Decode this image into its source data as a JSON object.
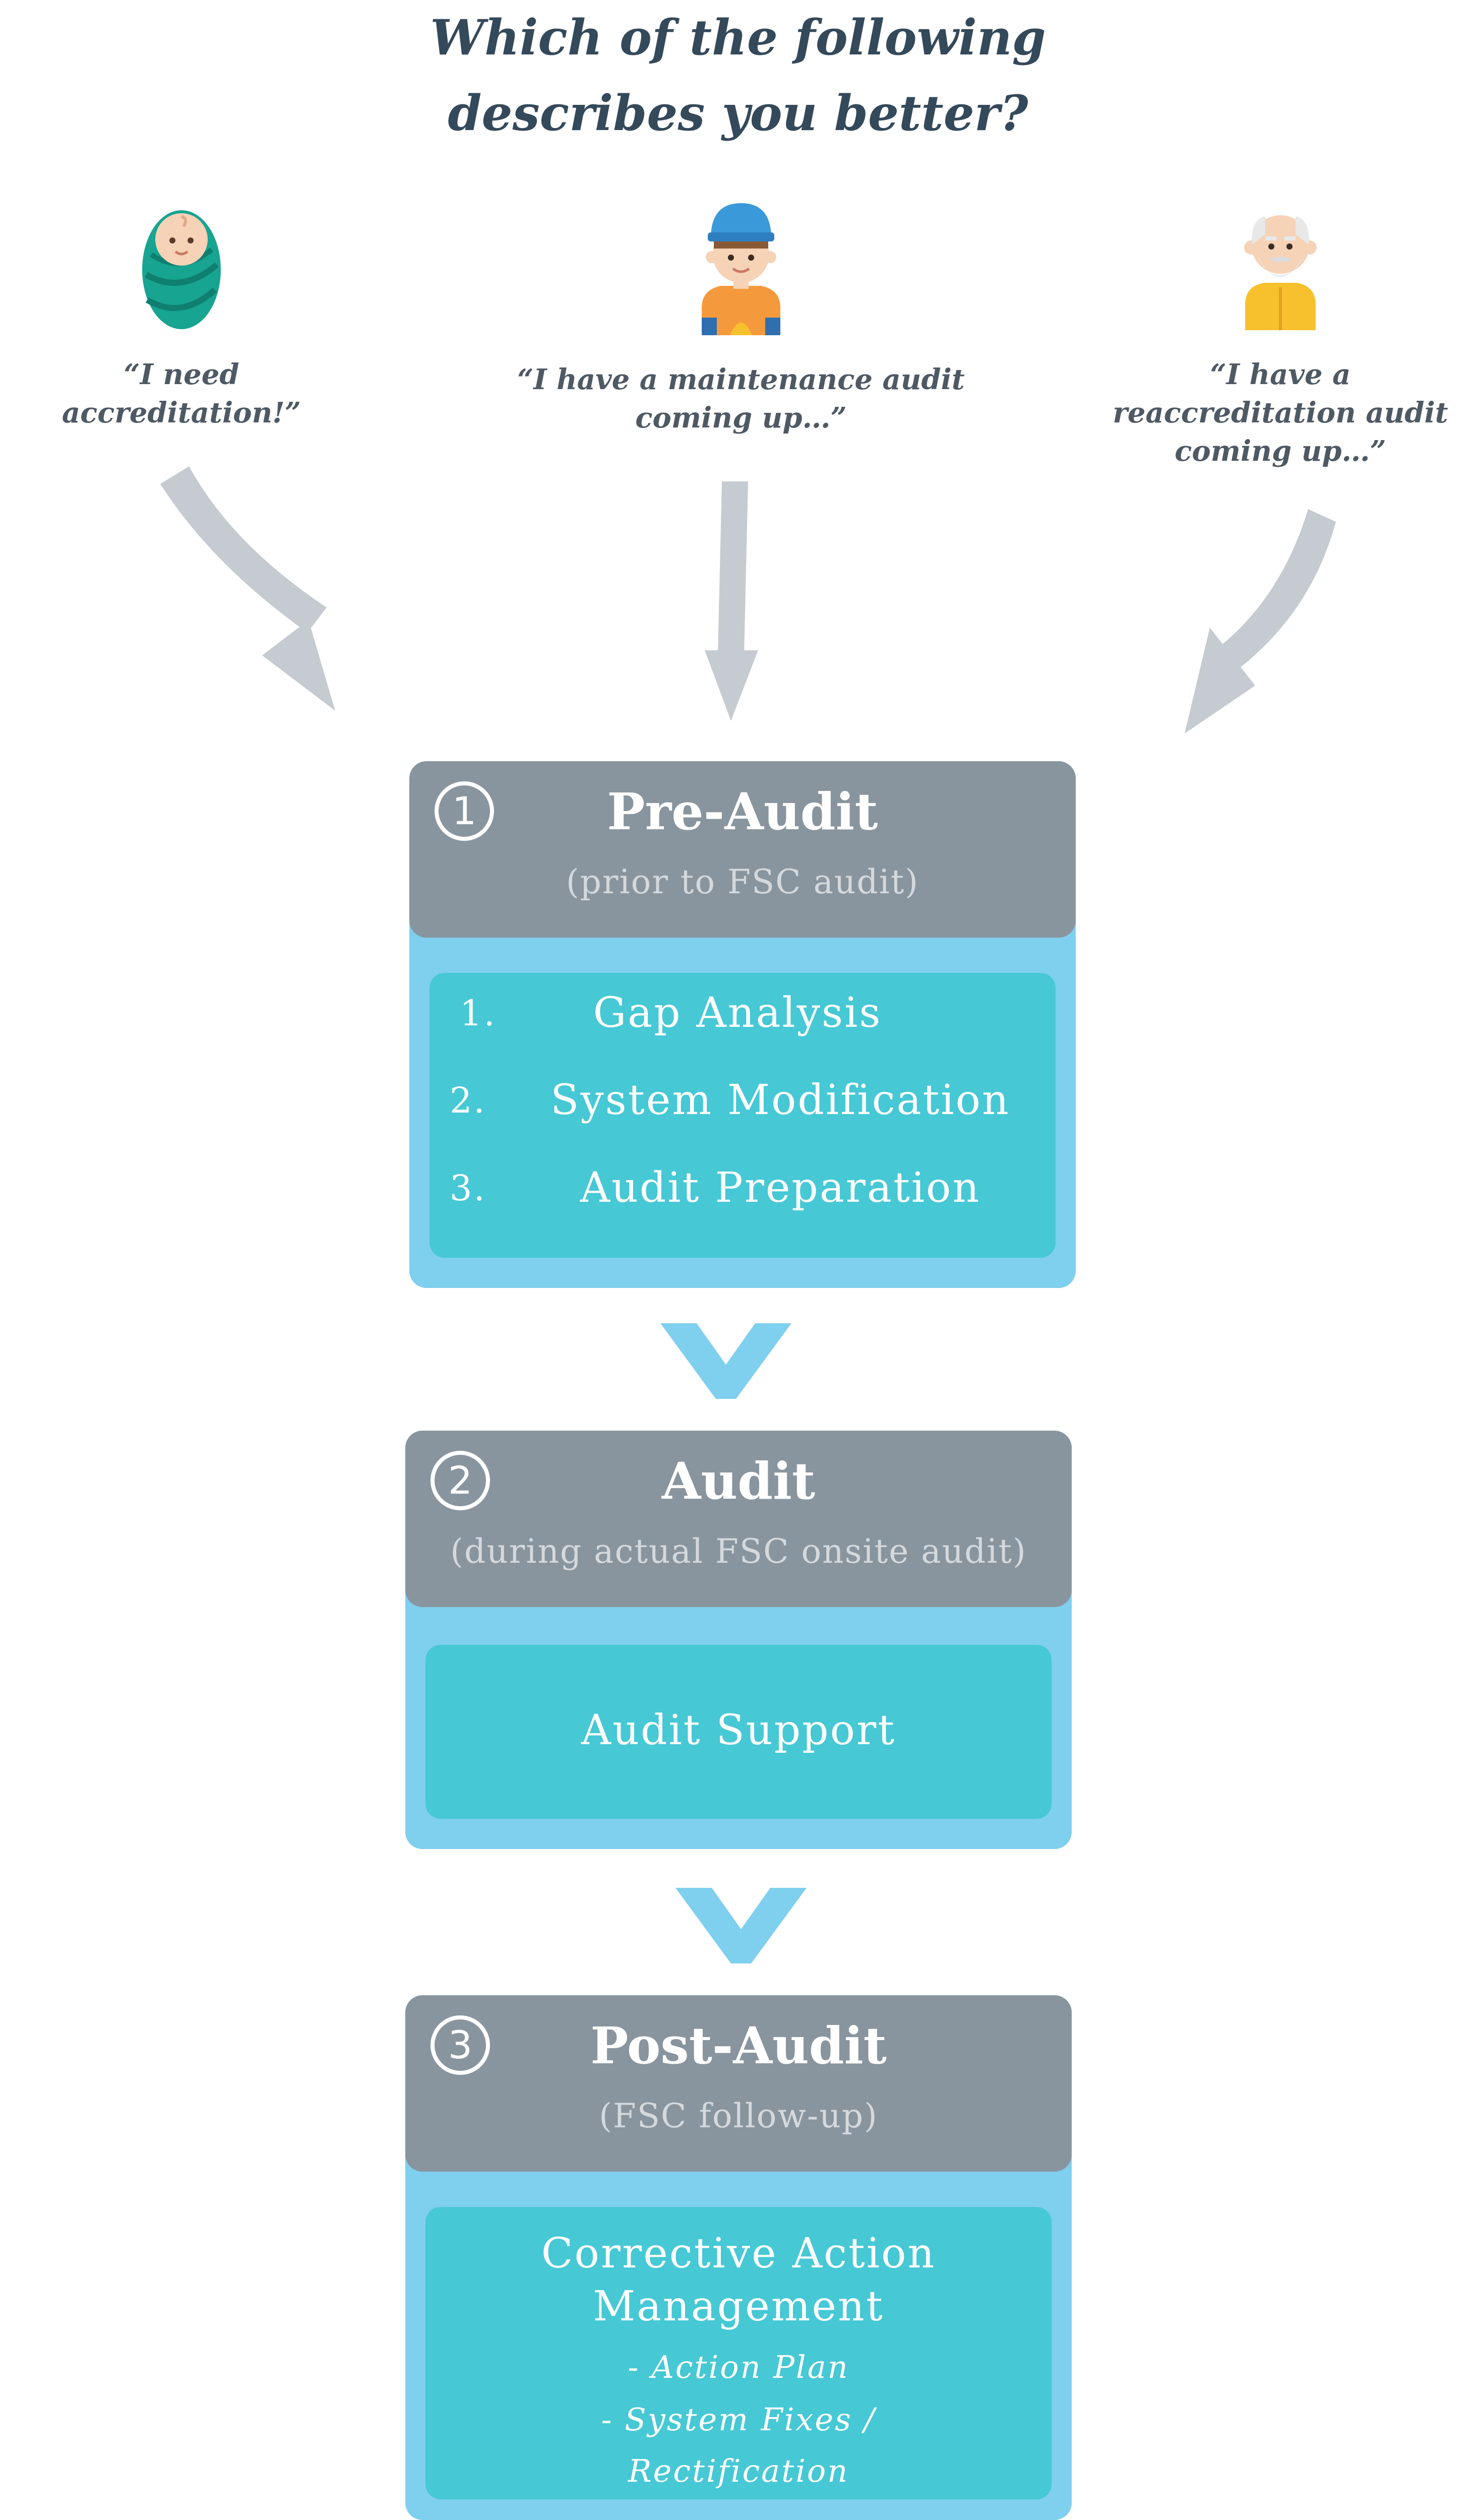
{
  "title": {
    "line1": "Which of the following",
    "line2": "describes you better?"
  },
  "personas": [
    {
      "icon": "baby-icon",
      "quote_lines": [
        "“I need accreditation!”"
      ]
    },
    {
      "icon": "worker-icon",
      "quote_lines": [
        "“I have a maintenance audit",
        "coming up…”"
      ]
    },
    {
      "icon": "old-man-icon",
      "quote_lines": [
        "“I have a",
        "reaccreditation audit",
        "coming up…”"
      ]
    }
  ],
  "stages": [
    {
      "number": "1",
      "title": "Pre-Audit",
      "subtitle": "(prior to FSC audit)",
      "steps": [
        {
          "num": "1.",
          "label": "Gap Analysis"
        },
        {
          "num": "2.",
          "label": "System Modification"
        },
        {
          "num": "3.",
          "label": "Audit Preparation"
        }
      ]
    },
    {
      "number": "2",
      "title": "Audit",
      "subtitle": "(during actual FSC onsite audit)",
      "body": "Audit Support"
    },
    {
      "number": "3",
      "title": "Post-Audit",
      "subtitle": "(FSC follow-up)",
      "body_lines": [
        "Corrective Action",
        "Management"
      ],
      "detail_lines": [
        "- Action Plan",
        "- System Fixes /",
        "Rectification"
      ]
    }
  ],
  "colors": {
    "title": "#34495a",
    "quote": "#4e5964",
    "flow_arrow": "#c6cbd2",
    "stage_header": "#89959e",
    "stage_outer": "#7fcfee",
    "stage_inner": "#46c8d5",
    "chevron": "#7fcfee"
  }
}
